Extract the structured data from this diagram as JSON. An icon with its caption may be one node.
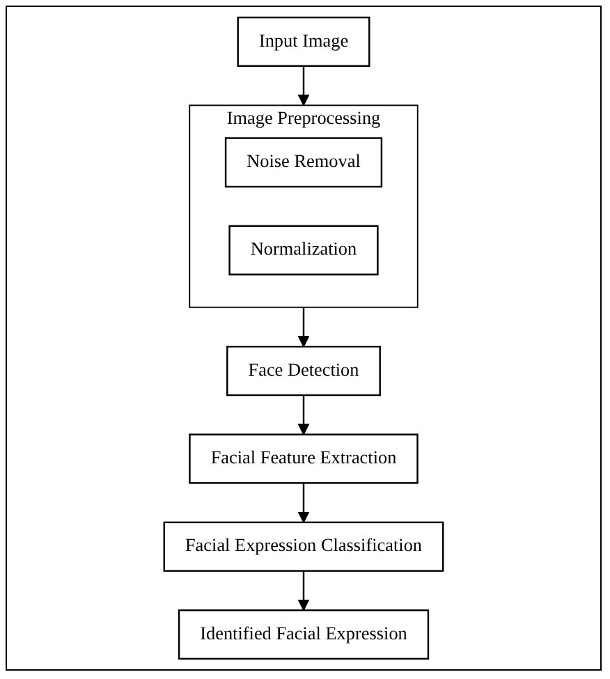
{
  "diagram": {
    "nodes": [
      {
        "text": [
          "Input Image"
        ]
      },
      {
        "text": [
          "Image Preprocessing"
        ]
      },
      {
        "text": [
          "Noise Removal"
        ],
        "in": 1
      },
      {
        "text": [
          "Normalization"
        ],
        "in": 1
      },
      {
        "text": [
          "Face Detection"
        ]
      },
      {
        "text": [
          "Facial Feature Extraction"
        ]
      },
      {
        "text": [
          "Facial Expression Classification"
        ]
      },
      {
        "text": [
          "Identified Facial Expression"
        ]
      }
    ],
    "edges": [
      {
        "from": 0,
        "to": 1,
        "arrow": "to"
      },
      {
        "from": 1,
        "to": 4,
        "arrow": "to"
      },
      {
        "from": 4,
        "to": 5,
        "arrow": "to"
      },
      {
        "from": 5,
        "to": 6,
        "arrow": "to"
      },
      {
        "from": 6,
        "to": 7,
        "arrow": "to"
      }
    ]
  }
}
